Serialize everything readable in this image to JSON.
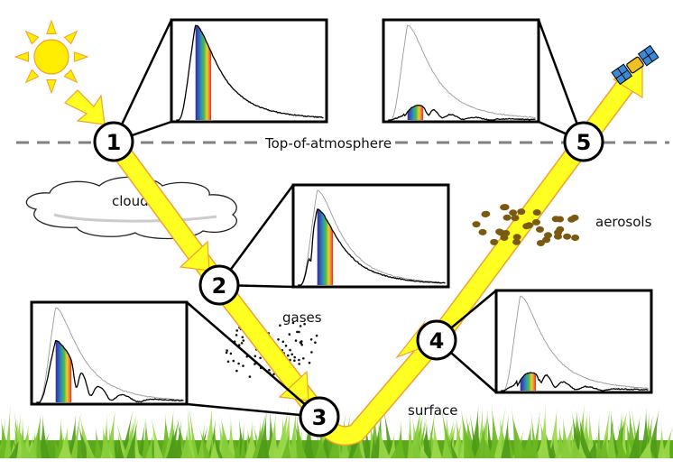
{
  "labels": {
    "toa": "Top-of-atmosphere",
    "clouds": "clouds",
    "gases": "gases",
    "aerosols": "aerosols",
    "surface": "surface"
  },
  "stages": [
    {
      "number": "1"
    },
    {
      "number": "2"
    },
    {
      "number": "3"
    },
    {
      "number": "4"
    },
    {
      "number": "5"
    }
  ],
  "colors": {
    "beam_fill": "#ffff22",
    "beam_edge": "#f0a030",
    "sun_fill": "#ffee00",
    "aerosol": "#7a5a10",
    "grass": "#6cb824",
    "dash": "#808080"
  }
}
